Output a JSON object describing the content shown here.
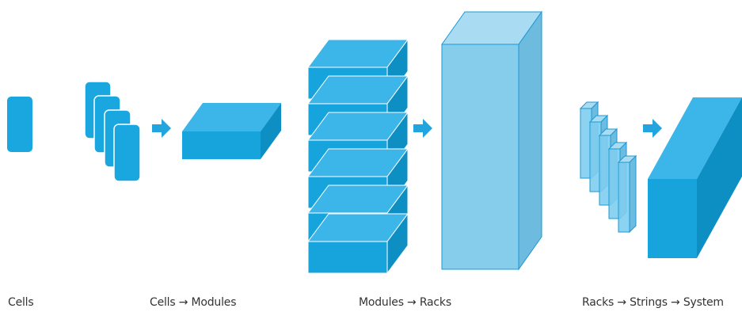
{
  "colors": {
    "cell": "#1aa7e0",
    "box_front": "#17a3dc",
    "box_top": "#3cb6e8",
    "box_side": "#0d8fc4",
    "rack_front": "#85cdea",
    "rack_top": "#a9dcf3",
    "rack_side": "#6ebbe0",
    "rack_edge": "#1b9ad3",
    "string_fill": "#7fcdf0",
    "arrow": "#22a5de",
    "caption_text": "#333333"
  },
  "arrow_icon": "right-arrow-icon",
  "stages": [
    {
      "label": "Cells"
    },
    {
      "label": "Cells → Modules"
    },
    {
      "label": "Modules → Racks"
    },
    {
      "label": "Racks → Strings → System"
    }
  ]
}
